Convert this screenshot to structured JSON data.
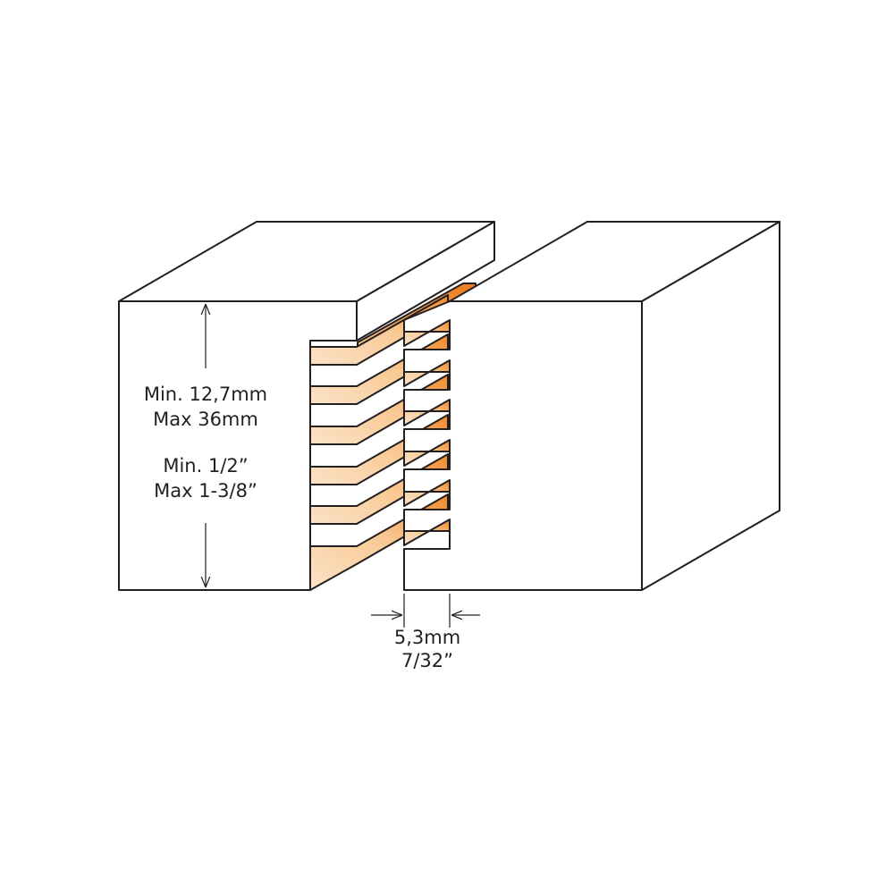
{
  "diagram": {
    "height_metric": [
      "Min. 12,7mm",
      "Max 36mm"
    ],
    "height_imperial": [
      "Min. 1/2”",
      "Max 1-3/8”"
    ],
    "gap_metric": "5,3mm",
    "gap_imperial": "7/32”"
  },
  "colors": {
    "outline": "#231f20",
    "block_fill": "#ffffff",
    "tongue_gradient_light": "#fce8d2",
    "tongue_gradient_dark": "#f08a2c"
  }
}
